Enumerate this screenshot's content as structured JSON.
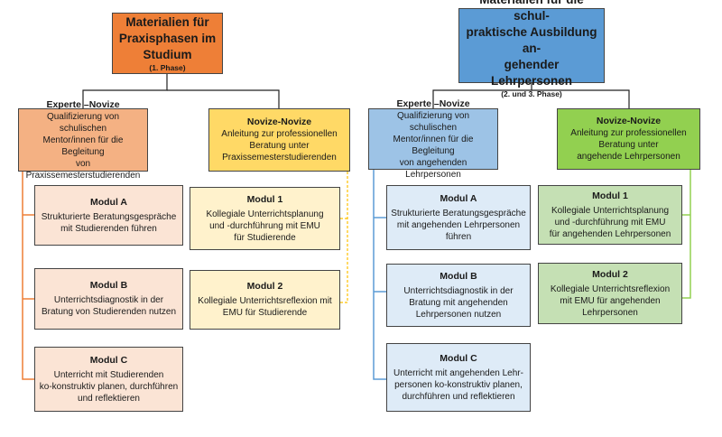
{
  "colors": {
    "orange": "#ee7f37",
    "orange_light": "#f4b183",
    "orange_pale": "#fbe4d5",
    "yellow": "#ffd966",
    "yellow_pale": "#fff2cc",
    "blue": "#5b9bd5",
    "blue_light": "#9dc3e6",
    "blue_pale": "#deebf7",
    "green": "#92d050",
    "green_pale": "#c5e0b4"
  },
  "left": {
    "root": {
      "title": "Materialien für\nPraxisphasen im Studium",
      "sub": "(1. Phase)"
    },
    "experte": {
      "title": "Experte –Novize",
      "text": "Qualifizierung von schulischen\nMentor/innen für die Begleitung\nvon Praxissemesterstudierenden"
    },
    "novize": {
      "title": "Novize-Novize",
      "text": "Anleitung zur professionellen\nBeratung unter\nPraxissemesterstudierenden"
    },
    "modules_experte": [
      {
        "title": "Modul A",
        "text": "Strukturierte Beratungsgespräche\nmit Studierenden führen"
      },
      {
        "title": "Modul B",
        "text": "Unterrichtsdiagnostik in der\nBratung von Studierenden nutzen"
      },
      {
        "title": "Modul C",
        "text": "Unterricht mit Studierenden\nko-konstruktiv planen, durchführen\nund reflektieren"
      }
    ],
    "modules_novize": [
      {
        "title": "Modul 1",
        "text": "Kollegiale Unterrichtsplanung\nund -durchführung mit EMU\nfür Studierende"
      },
      {
        "title": "Modul 2",
        "text": "Kollegiale Unterrichtsreflexion mit\nEMU für Studierende"
      }
    ]
  },
  "right": {
    "root": {
      "title": "Materialien für die schul-\npraktische Ausbildung an-\ngehender Lehrpersonen",
      "sub": "(2. und 3. Phase)"
    },
    "experte": {
      "title": "Experte –Novize",
      "text": "Qualifizierung von schulischen\nMentor/innen für die Begleitung\nvon angehenden Lehrpersonen"
    },
    "novize": {
      "title": "Novize-Novize",
      "text": "Anleitung zur professionellen\nBeratung unter\nangehende Lehrpersonen"
    },
    "modules_experte": [
      {
        "title": "Modul A",
        "text": "Strukturierte Beratungsgespräche\nmit angehenden Lehrpersonen\nführen"
      },
      {
        "title": "Modul B",
        "text": "Unterrichtsdiagnostik in der\nBratung mit angehenden\nLehrpersonen nutzen"
      },
      {
        "title": "Modul C",
        "text": "Unterricht mit angehenden Lehr-\npersonen ko-konstruktiv planen,\ndurchführen und reflektieren"
      }
    ],
    "modules_novize": [
      {
        "title": "Modul 1",
        "text": "Kollegiale Unterrichtsplanung\nund -durchführung mit EMU\nfür angehenden Lehrpersonen"
      },
      {
        "title": "Modul 2",
        "text": "Kollegiale Unterrichtsreflexion\nmit EMU für angehenden\nLehrpersonen"
      }
    ]
  }
}
